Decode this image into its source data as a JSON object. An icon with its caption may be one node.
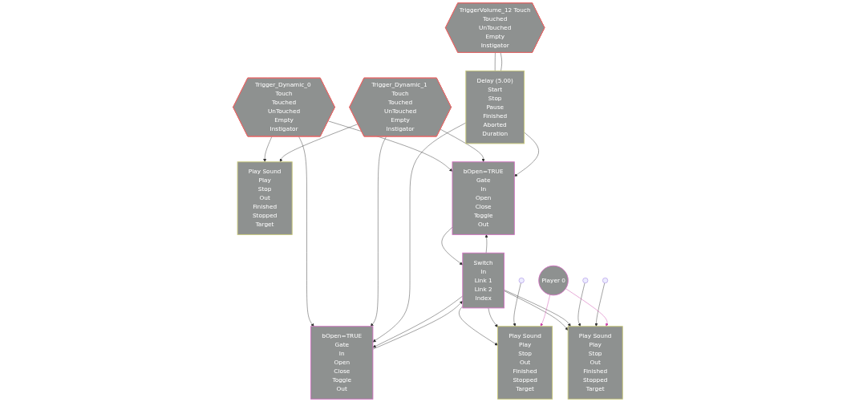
{
  "diagram": {
    "nodes": [
      {
        "text": [
          "Trigger_Dynamic_0 Touch",
          "Touched",
          "UnTouched",
          "Empty",
          "Instigator"
        ]
      },
      {
        "text": [
          "Trigger_Dynamic_1 Touch",
          "Touched",
          "UnTouched",
          "Empty",
          "Instigator"
        ]
      },
      {
        "text": [
          "TriggerVolume_12 Touch",
          "Touched",
          "UnTouched",
          "Empty",
          "Instigator"
        ]
      },
      {
        "text": [
          "Delay (5.00)",
          "Start",
          "Stop",
          "Pause",
          "Finished",
          "Aborted",
          "Duration"
        ]
      },
      {
        "text": [
          "Play Sound",
          "Play",
          "Stop",
          "Out",
          "Finished",
          "Stopped",
          "Target"
        ]
      },
      {
        "text": [
          "bOpen=TRUE",
          "Gate",
          "In",
          "Open",
          "Close",
          "Toggle",
          "Out"
        ]
      },
      {
        "text": [
          "bOpen=TRUE",
          "Gate",
          "In",
          "Open",
          "Close",
          "Toggle",
          "Out"
        ]
      },
      {
        "text": [
          "Switch",
          "In",
          "Link 1",
          "Link 2",
          "Index"
        ]
      },
      {
        "text": [
          "Play Sound",
          "Play",
          "Stop",
          "Out",
          "Finished",
          "Stopped",
          "Target"
        ]
      },
      {
        "text": [
          "Play Sound",
          "Play",
          "Stop",
          "Out",
          "Finished",
          "Stopped",
          "Target"
        ]
      },
      {
        "text": [
          "Player 0"
        ]
      }
    ],
    "edges": [
      {
        "from": 0,
        "to": 4,
        "arrow": "to"
      },
      {
        "from": 0,
        "to": 5,
        "arrow": "to"
      },
      {
        "from": 0,
        "to": 6,
        "arrow": "to"
      },
      {
        "from": 1,
        "to": 4,
        "arrow": "to"
      },
      {
        "from": 1,
        "to": 5,
        "arrow": "to"
      },
      {
        "from": 1,
        "to": 6,
        "arrow": "to"
      },
      {
        "from": 2,
        "to": 3,
        "arrow": "none"
      },
      {
        "from": 2,
        "to": 3,
        "arrow": "none"
      },
      {
        "from": 3,
        "to": 5,
        "arrow": "to"
      },
      {
        "from": 3,
        "to": 6,
        "arrow": "to"
      },
      {
        "from": 5,
        "to": 7,
        "arrow": "to"
      },
      {
        "from": 6,
        "to": 7,
        "arrow": "to"
      },
      {
        "from": 7,
        "to": 5,
        "arrow": "to"
      },
      {
        "from": 7,
        "to": 6,
        "arrow": "to"
      },
      {
        "from": 7,
        "to": 8,
        "arrow": "to"
      },
      {
        "from": 7,
        "to": 8,
        "arrow": "to"
      },
      {
        "from": 7,
        "to": 9,
        "arrow": "to"
      },
      {
        "from": 7,
        "to": 9,
        "arrow": "to"
      },
      {
        "from": null,
        "to": 8,
        "arrow": "to"
      },
      {
        "from": null,
        "to": 9,
        "arrow": "to"
      },
      {
        "from": null,
        "to": 9,
        "arrow": "to"
      },
      {
        "from": 10,
        "to": 8,
        "arrow": "to",
        "color": "#cc44aa"
      },
      {
        "from": 10,
        "to": 9,
        "arrow": "to",
        "color": "#cc44aa"
      }
    ]
  }
}
